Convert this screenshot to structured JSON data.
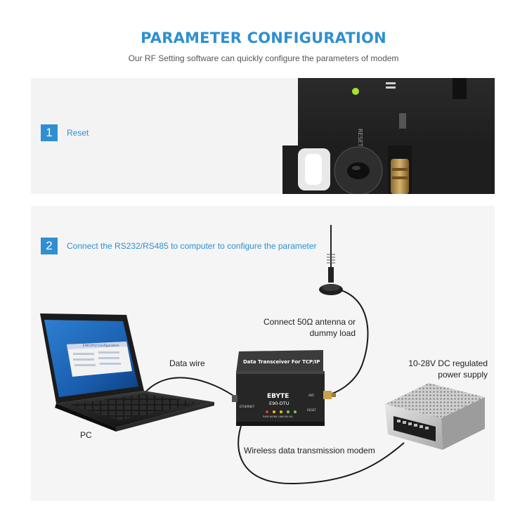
{
  "header": {
    "title": "PARAMETER CONFIGURATION",
    "subtitle": "Our RF Setting software can quickly configure the parameters of modem"
  },
  "steps": [
    {
      "number": "1",
      "text": "Reset"
    },
    {
      "number": "2",
      "text": "Connect the RS232/RS485 to computer to configure the parameter"
    }
  ],
  "device_photo": {
    "label_reset": "RESET"
  },
  "diagram": {
    "antenna_label_line1": "Connect 50Ω antenna or",
    "antenna_label_line2": "dummy load",
    "data_wire": "Data wire",
    "power_line1": "10-28V DC regulated",
    "power_line2": "power supply",
    "pc": "PC",
    "modem_label": "Wireless data transmission modem",
    "device_title": "Data Transceiver For TCP/IP",
    "device_brand": "EBYTE",
    "device_model": "E90-DTU",
    "device_port": "ETHERNET",
    "device_ant": "ANT",
    "device_reset": "RESET",
    "device_leds": "PWR WORK LINK M0 M1",
    "screen_title": "E90-DTU Configuration"
  },
  "colors": {
    "accent": "#2f8fd0",
    "device": "#2b2b2b"
  }
}
